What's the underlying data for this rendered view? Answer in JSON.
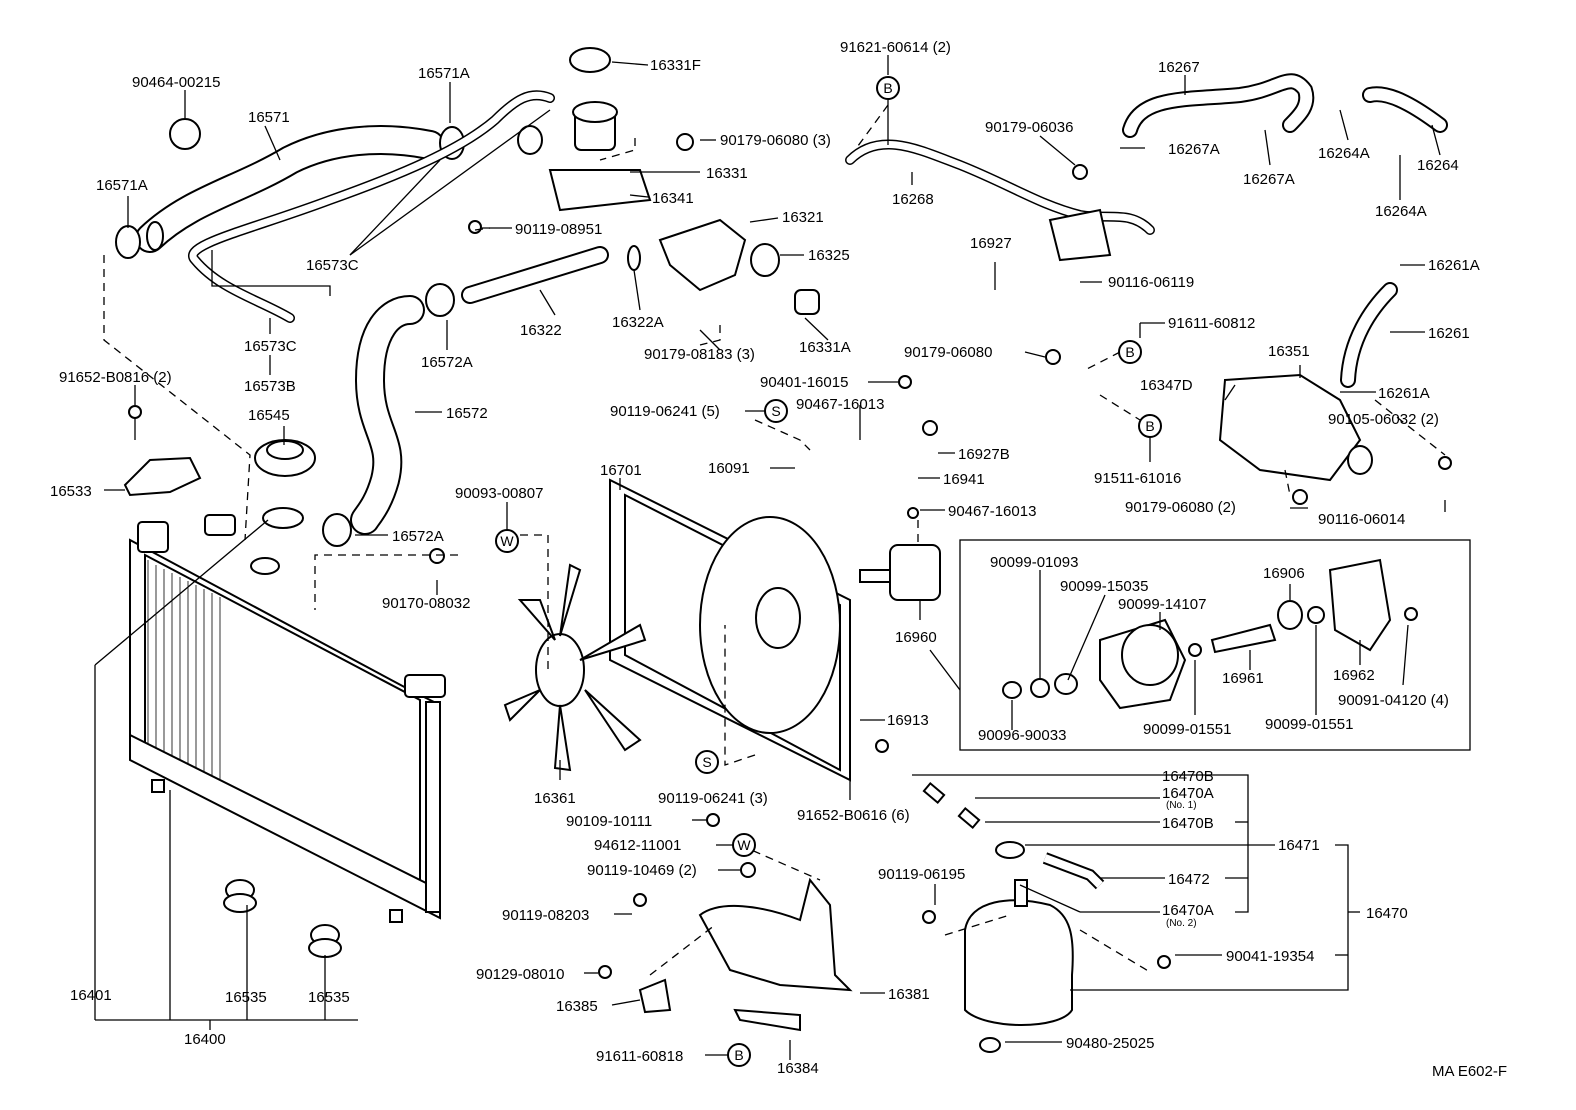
{
  "diagram_code": "MA E602-F",
  "part_labels": {
    "p16331F": "16331F",
    "p90464_00215": "90464-00215",
    "p16571A_top": "16571A",
    "p16571": "16571",
    "p16571A_left": "16571A",
    "p16573C_mid": "16573C",
    "p16573C_low": "16573C",
    "p16573B": "16573B",
    "p16331": "16331",
    "p16341": "16341",
    "p90179_06080_3": "90179-06080 (3)",
    "p90119_08951": "90119-08951",
    "p16321": "16321",
    "p16325": "16325",
    "p16322": "16322",
    "p16322A": "16322A",
    "p90179_08183_3": "90179-08183 (3)",
    "p16331A": "16331A",
    "p16572A_top": "16572A",
    "p16572": "16572",
    "p16572A_low": "16572A",
    "p91652_B0816_2": "91652-B0816 (2)",
    "p16545": "16545",
    "p16533": "16533",
    "p91621_60614_2": "91621-60614 (2)",
    "p16268": "16268",
    "p16267": "16267",
    "p90179_06036": "90179-06036",
    "p16267A_a": "16267A",
    "p16267A_b": "16267A",
    "p16264A_a": "16264A",
    "p16264": "16264",
    "p16264A_b": "16264A",
    "p90116_06119": "90116-06119",
    "p16261A_top": "16261A",
    "p16261": "16261",
    "p16351": "16351",
    "p16347D": "16347D",
    "p16261A_low": "16261A",
    "p90105_06032_2": "90105-06032 (2)",
    "p90179_06080_2": "90179-06080 (2)",
    "p90116_06014": "90116-06014",
    "p16927": "16927",
    "p91611_60812": "91611-60812",
    "p90179_06080": "90179-06080",
    "p90401_16015": "90401-16015",
    "p90119_06241_5": "90119-06241 (5)",
    "p90467_16013_a": "90467-16013",
    "p16091": "16091",
    "p16927B": "16927B",
    "p16941": "16941",
    "p91511_61016": "91511-61016",
    "p90467_16013_b": "90467-16013",
    "p16701": "16701",
    "p90093_00807": "90093-00807",
    "p90170_08032": "90170-08032",
    "p16960": "16960",
    "p90099_01093": "90099-01093",
    "p90099_15035": "90099-15035",
    "p90099_14107": "90099-14107",
    "p16906": "16906",
    "p16961": "16961",
    "p16962": "16962",
    "p90091_04120_4": "90091-04120 (4)",
    "p90096_90033": "90096-90033",
    "p90099_01551_a": "90099-01551",
    "p90099_01551_b": "90099-01551",
    "p16913": "16913",
    "p16361": "16361",
    "p90119_06241_3": "90119-06241 (3)",
    "p91652_B0616_6": "91652-B0616 (6)",
    "p90109_10111": "90109-10111",
    "p94612_11001": "94612-11001",
    "p90119_10469_2": "90119-10469 (2)",
    "p90119_08203": "90119-08203",
    "p90129_08010": "90129-08010",
    "p16385": "16385",
    "p16381": "16381",
    "p91611_60818": "91611-60818",
    "p16384": "16384",
    "p16470B_a": "16470B",
    "p16470A_no1": "16470A",
    "p16470A_no1_sub": "(No. 1)",
    "p16470B_b": "16470B",
    "p16471": "16471",
    "p16472": "16472",
    "p16470A_no2": "16470A",
    "p16470A_no2_sub": "(No. 2)",
    "p16470": "16470",
    "p90119_06195": "90119-06195",
    "p90041_19354": "90041-19354",
    "p90480_25025": "90480-25025",
    "p16401": "16401",
    "p16400": "16400",
    "p16535_a": "16535",
    "p16535_b": "16535"
  },
  "callout_letters": {
    "b1": "B",
    "b2": "B",
    "b3": "B",
    "b4": "B",
    "s1": "S",
    "s2": "S",
    "w1": "W",
    "w2": "W"
  }
}
